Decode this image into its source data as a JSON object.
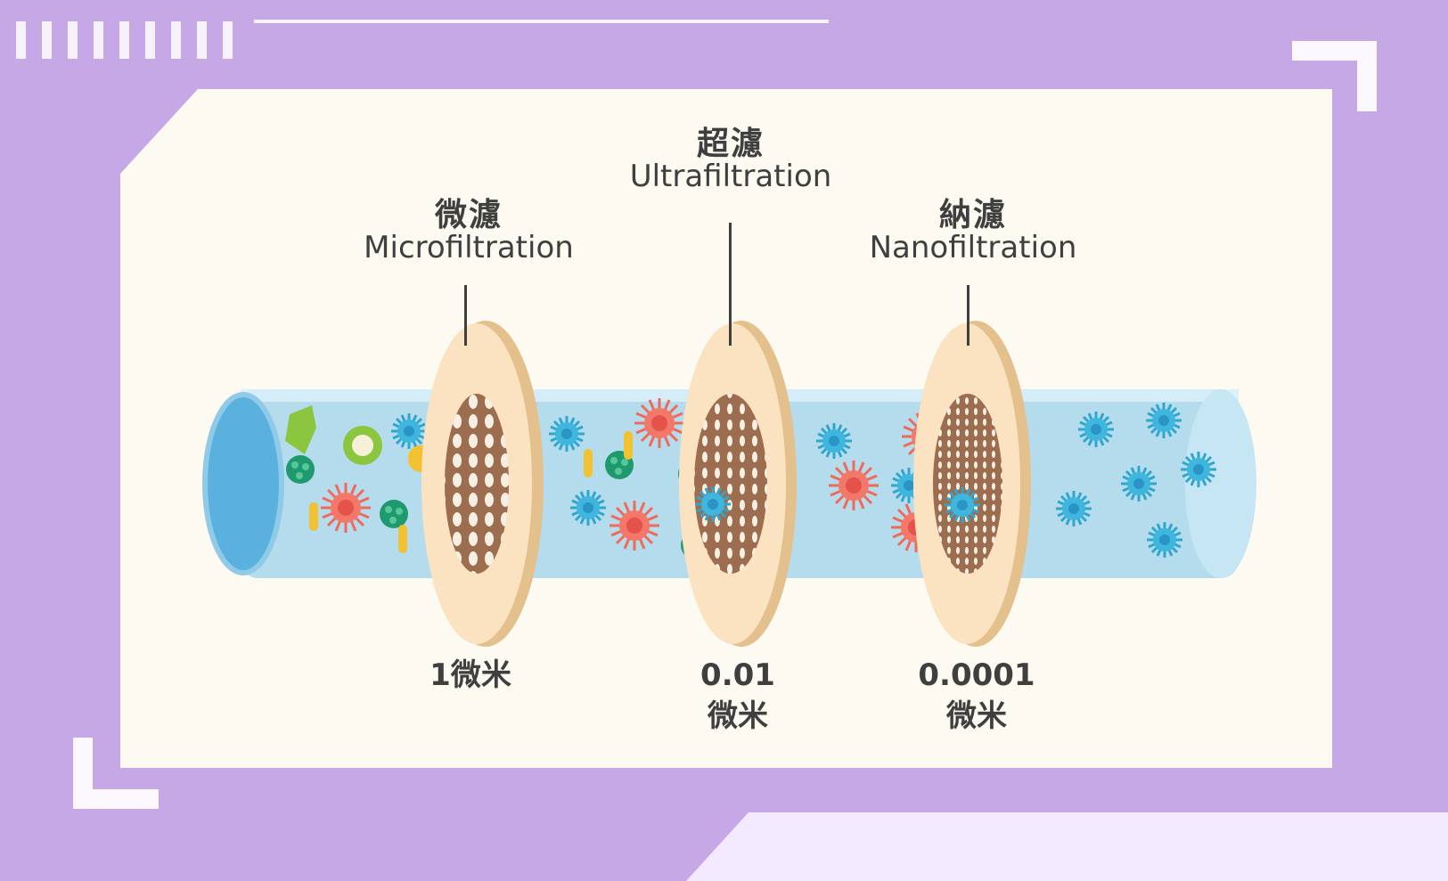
{
  "colors": {
    "frame": "#c6a8e6",
    "panel": "#fdfaf1",
    "tube": "#a8d6ec",
    "membrane": "#fbe3c2",
    "membrane_edge": "#e4c08d",
    "filter_mesh": "#9c6d4e",
    "text": "#3f3f3f"
  },
  "stages": [
    {
      "name_zh": "微濾",
      "name_en": "Microfiltration",
      "size_line1": "1微米",
      "size_line2": ""
    },
    {
      "name_zh": "超濾",
      "name_en": "Ultrafiltration",
      "size_line1": "0.01",
      "size_line2": "微米"
    },
    {
      "name_zh": "納濾",
      "name_en": "Nanofiltration",
      "size_line1": "0.0001",
      "size_line2": "微米"
    }
  ],
  "icons": [
    "bacteria-icon",
    "virus-icon",
    "membrane-icon",
    "water-pipe-icon"
  ]
}
